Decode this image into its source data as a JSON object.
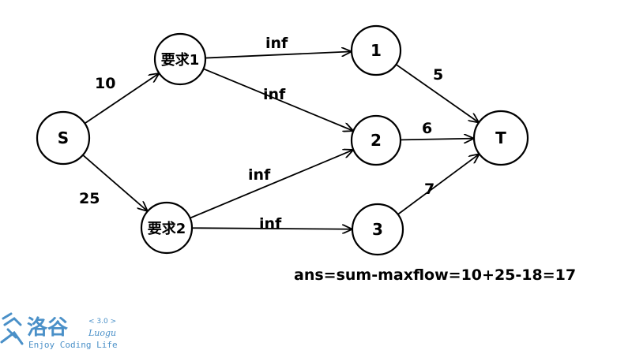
{
  "nodes": [
    {
      "id": "S",
      "label": "S"
    },
    {
      "id": "r1",
      "label": "要求1"
    },
    {
      "id": "r2",
      "label": "要求2"
    },
    {
      "id": "n1",
      "label": "1"
    },
    {
      "id": "n2",
      "label": "2"
    },
    {
      "id": "n3",
      "label": "3"
    },
    {
      "id": "T",
      "label": "T"
    }
  ],
  "edges": [
    {
      "from": "S",
      "to": "r1",
      "label": "10"
    },
    {
      "from": "S",
      "to": "r2",
      "label": "25"
    },
    {
      "from": "r1",
      "to": "n1",
      "label": "inf"
    },
    {
      "from": "r1",
      "to": "n2",
      "label": "inf"
    },
    {
      "from": "r2",
      "to": "n2",
      "label": "inf"
    },
    {
      "from": "r2",
      "to": "n3",
      "label": "inf"
    },
    {
      "from": "n1",
      "to": "T",
      "label": "5"
    },
    {
      "from": "n2",
      "to": "T",
      "label": "6"
    },
    {
      "from": "n3",
      "to": "T",
      "label": "7"
    }
  ],
  "formula": "ans=sum-maxflow=10+25-18=17",
  "watermark": {
    "name": "洛谷",
    "version": "< 3.0 >",
    "brand": "Luogu",
    "tagline": "Enjoy Coding Life",
    "color": "#4a90c8"
  }
}
